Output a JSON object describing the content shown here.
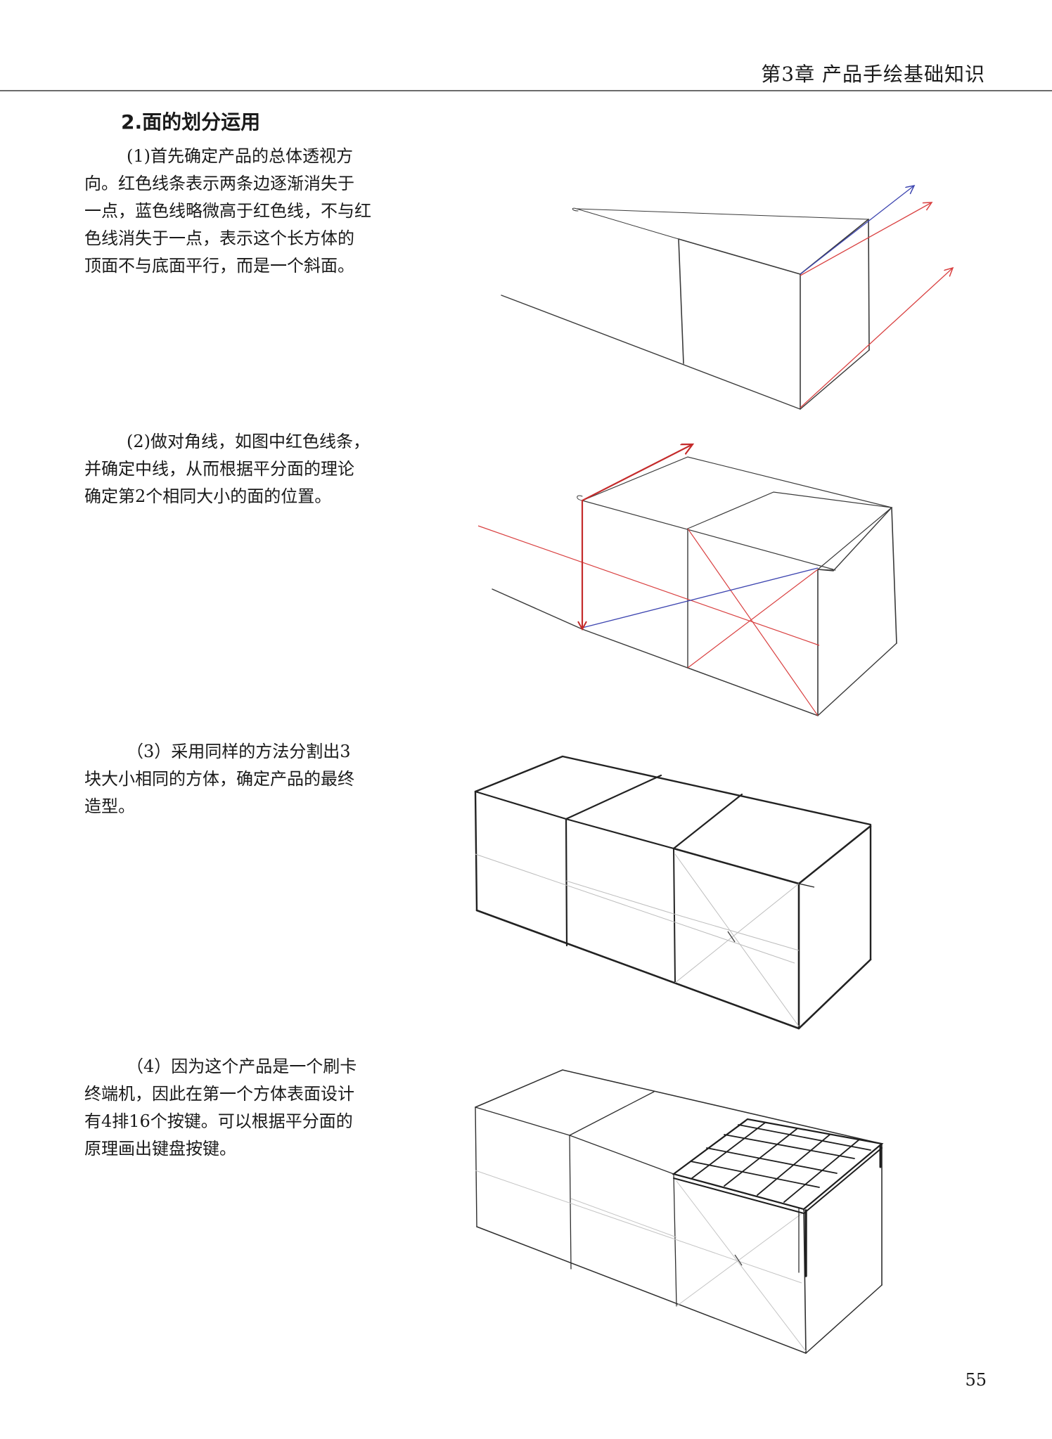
{
  "header": {
    "chapter_title": "第3章  产品手绘基础知识"
  },
  "section": {
    "title": "2.面的划分运用"
  },
  "steps": [
    {
      "lines": [
        "(1)首先确定产品的总体透视方",
        "向。红色线条表示两条边逐渐消失于",
        "一点，蓝色线略微高于红色线，不与红",
        "色线消失于一点，表示这个长方体的",
        "顶面不与底面平行，而是一个斜面。"
      ]
    },
    {
      "lines": [
        "(2)做对角线，如图中红色线条，",
        "并确定中线，从而根据平分面的理论",
        "确定第2个相同大小的面的位置。"
      ]
    },
    {
      "lines": [
        "（3）采用同样的方法分割出3",
        "块大小相同的方体，确定产品的最终",
        "造型。"
      ]
    },
    {
      "lines": [
        "（4）因为这个产品是一个刷卡",
        "终端机，因此在第一个方体表面设计",
        "有4排16个按键。可以根据平分面的",
        "原理画出键盘按键。"
      ]
    }
  ],
  "page_number": "55",
  "colors": {
    "red": "#d94040",
    "blue": "#3d45b0",
    "pencil": "#3a3a3a"
  }
}
